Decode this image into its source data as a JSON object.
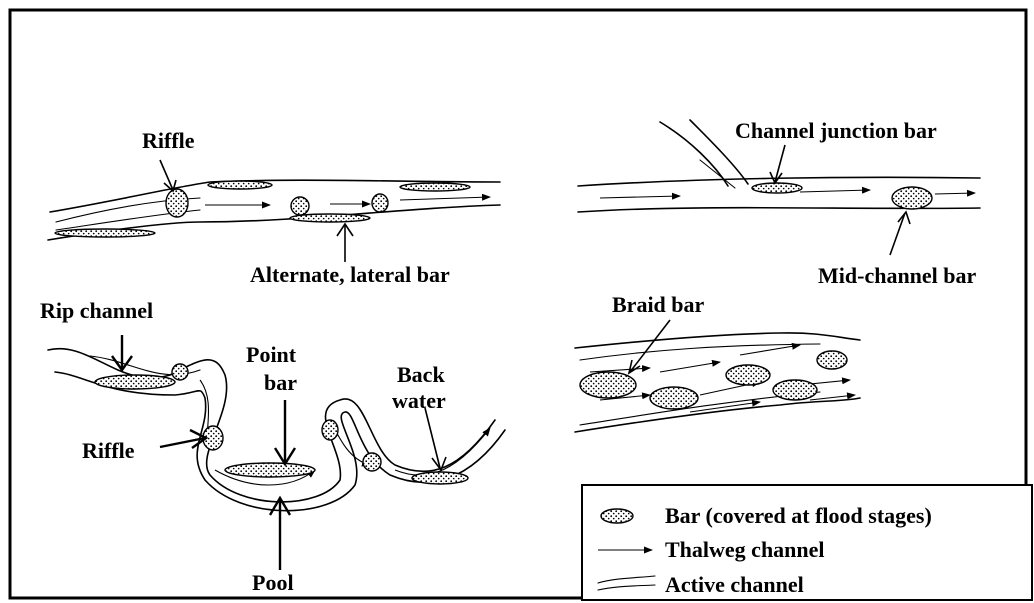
{
  "labels": {
    "riffle_top": "Riffle",
    "alternate_bar": "Alternate, lateral bar",
    "channel_junction_bar": "Channel junction bar",
    "mid_channel_bar": "Mid-channel bar",
    "rip_channel": "Rip channel",
    "point_bar_line1": "Point",
    "point_bar_line2": "bar",
    "back_water_line1": "Back",
    "back_water_line2": "water",
    "riffle_meander": "Riffle",
    "pool": "Pool",
    "braid_bar": "Braid bar"
  },
  "legend": {
    "bar": "Bar (covered at flood stages)",
    "thalweg": "Thalweg channel",
    "active": "Active channel"
  }
}
